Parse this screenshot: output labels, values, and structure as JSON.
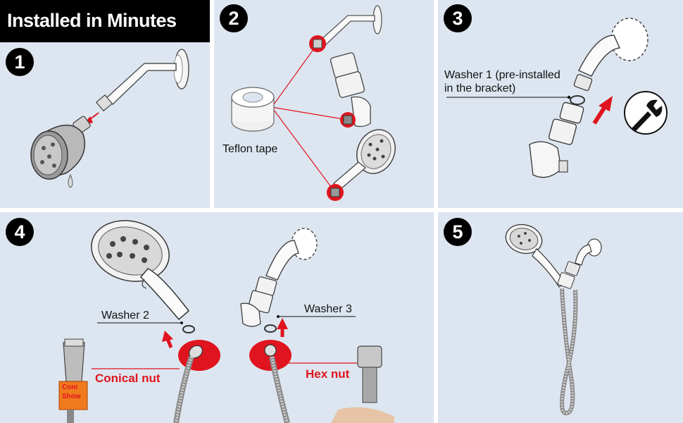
{
  "title": "Installed in Minutes",
  "steps": [
    "1",
    "2",
    "3",
    "4",
    "5"
  ],
  "labels": {
    "teflon_tape": "Teflon tape",
    "washer1_line1": "Washer 1 (pre-installed",
    "washer1_line2": "in the bracket)",
    "washer2": "Washer 2",
    "washer3": "Washer 3",
    "conical_nut": "Conical nut",
    "hex_nut": "Hex nut",
    "tag_text_1": "Coni",
    "tag_text_2": "Show"
  },
  "colors": {
    "panel_bg": "#dde6f0",
    "accent_red": "#e0141e",
    "step_circle": "#000000"
  },
  "icons": [
    "wrench-icon",
    "arrow-up-icon",
    "shower-head-icon",
    "shower-arm-icon",
    "bracket-icon",
    "hose-icon"
  ]
}
